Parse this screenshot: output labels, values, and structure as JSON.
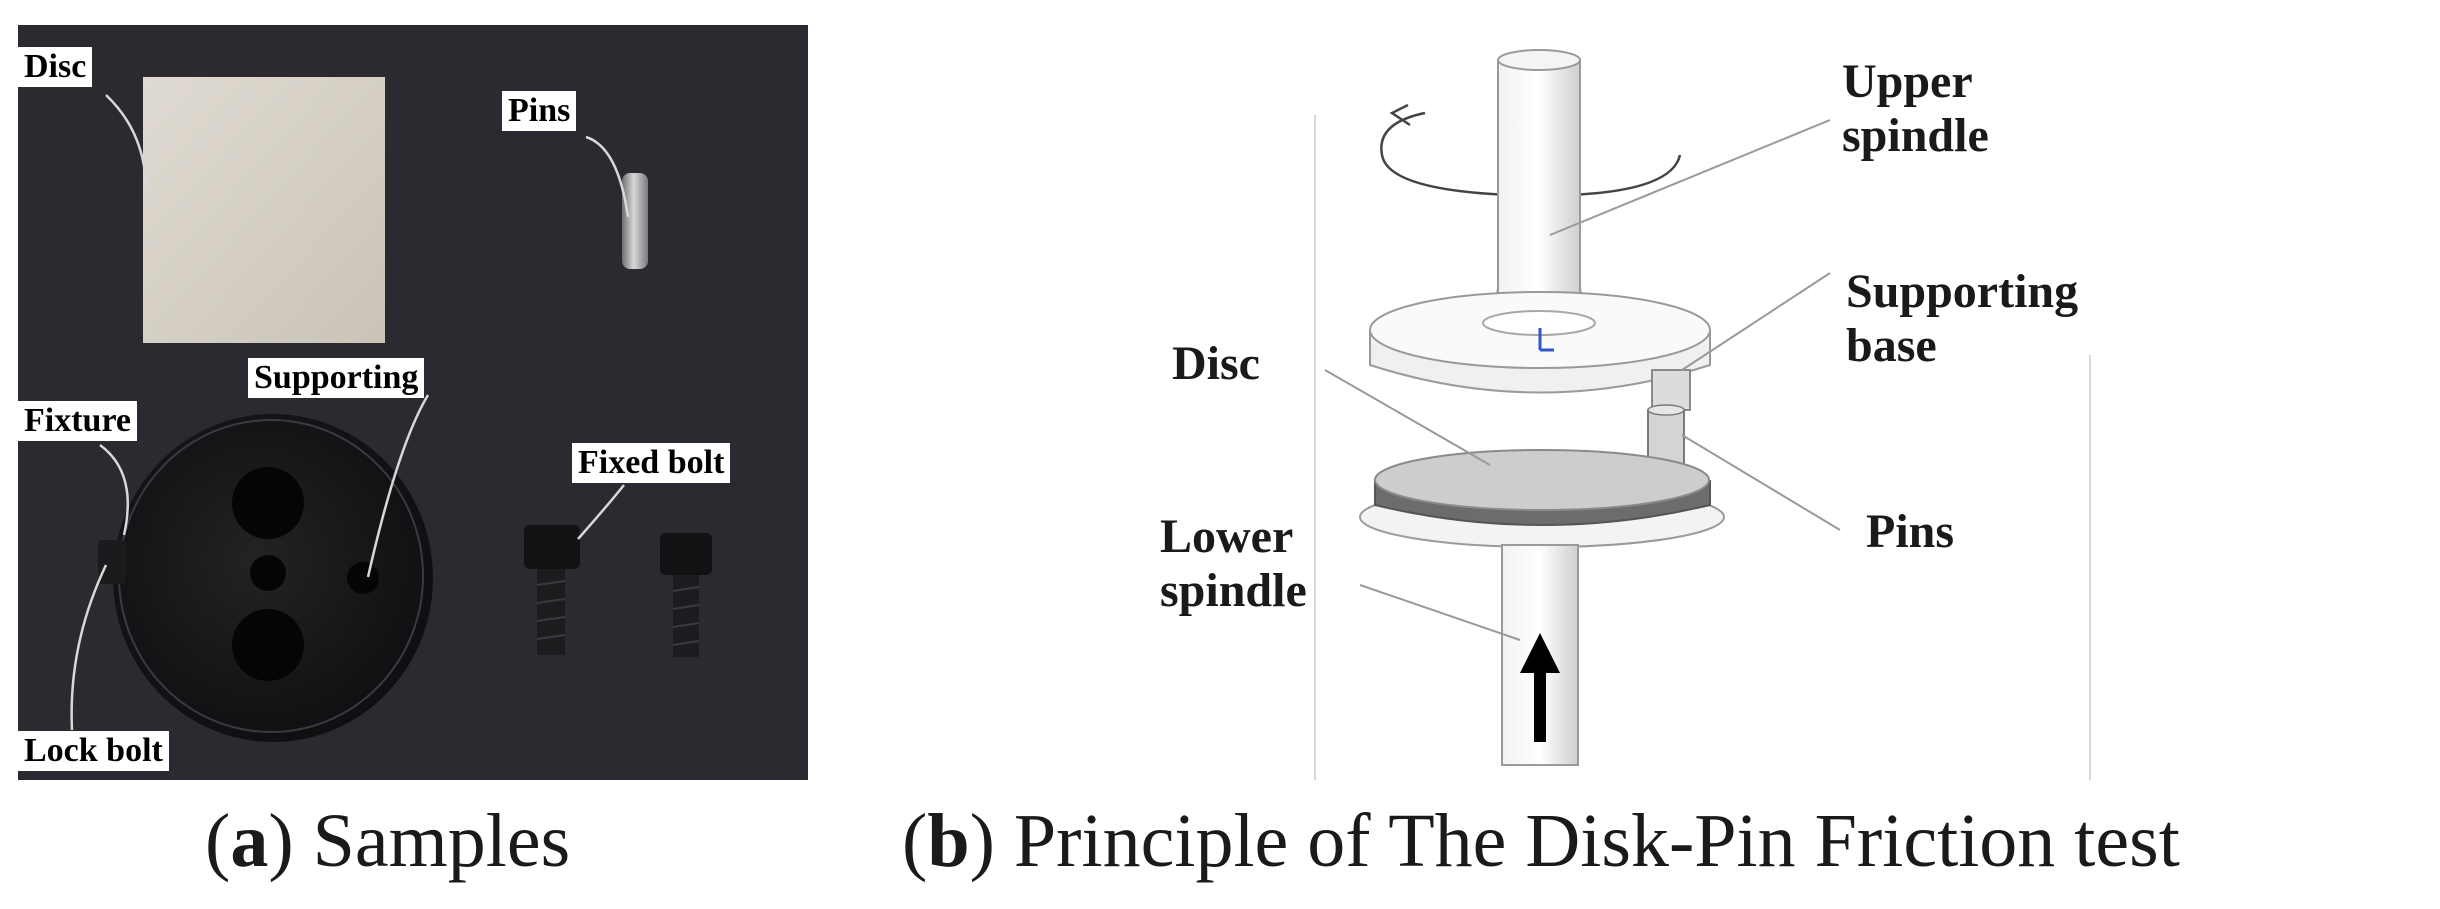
{
  "samples_photo": {
    "labels": {
      "disc": "Disc",
      "pins": "Pins",
      "fixture": "Fixture",
      "supporting": "Supporting",
      "fixed_bolt": "Fixed bolt",
      "lock_bolt": "Lock bolt"
    }
  },
  "diagram": {
    "labels": {
      "upper_spindle": [
        "Upper",
        "spindle"
      ],
      "supporting_base": [
        "Supporting",
        "base"
      ],
      "disc": "Disc",
      "pins": "Pins",
      "lower_spindle": [
        "Lower",
        "spindle"
      ]
    }
  },
  "captions": {
    "a": {
      "letter": "a",
      "text": "Samples"
    },
    "b": {
      "letter": "b",
      "text": "Principle of The Disk-Pin Friction test"
    }
  },
  "colors": {
    "photo_background": "#2a2a30",
    "disc_sample": "#d6d0c6",
    "fixture": "#141416",
    "label_box": "#ffffff"
  }
}
